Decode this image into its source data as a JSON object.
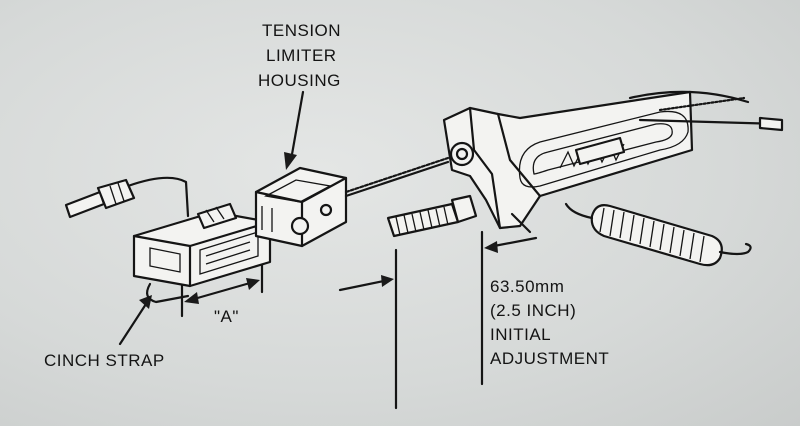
{
  "diagram": {
    "labels": {
      "tension_limiter_line1": "TENSION",
      "tension_limiter_line2": "LIMITER",
      "tension_limiter_line3": "HOUSING",
      "dimension_a": "\"A\"",
      "cinch_strap": "CINCH STRAP",
      "measurement_line1": "63.50mm",
      "measurement_line2": "(2.5 INCH)",
      "measurement_line3": "INITIAL",
      "measurement_line4": "ADJUSTMENT"
    }
  }
}
